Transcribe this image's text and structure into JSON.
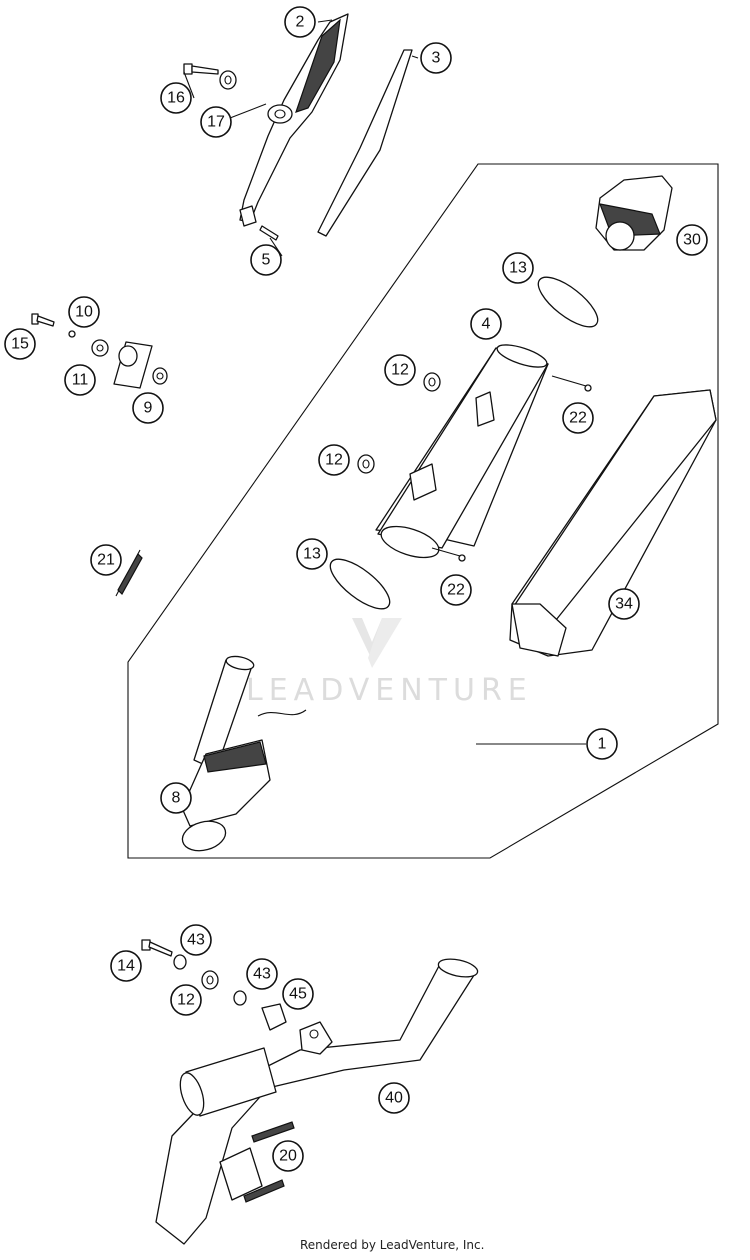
{
  "watermark": {
    "text": "LEADVENTURE"
  },
  "credit": "Rendered by LeadVenture, Inc.",
  "callouts": {
    "c2": "2",
    "c3": "3",
    "c16": "16",
    "c17": "17",
    "c5": "5",
    "c15": "15",
    "c10": "10",
    "c11": "11",
    "c9": "9",
    "c21": "21",
    "c13a": "13",
    "c30": "30",
    "c4": "4",
    "c12a": "12",
    "c22a": "22",
    "c12b": "12",
    "c13b": "13",
    "c22b": "22",
    "c34": "34",
    "c1": "1",
    "c8": "8",
    "c43a": "43",
    "c14": "14",
    "c12c": "12",
    "c43b": "43",
    "c45": "45",
    "c40": "40",
    "c20": "20"
  }
}
